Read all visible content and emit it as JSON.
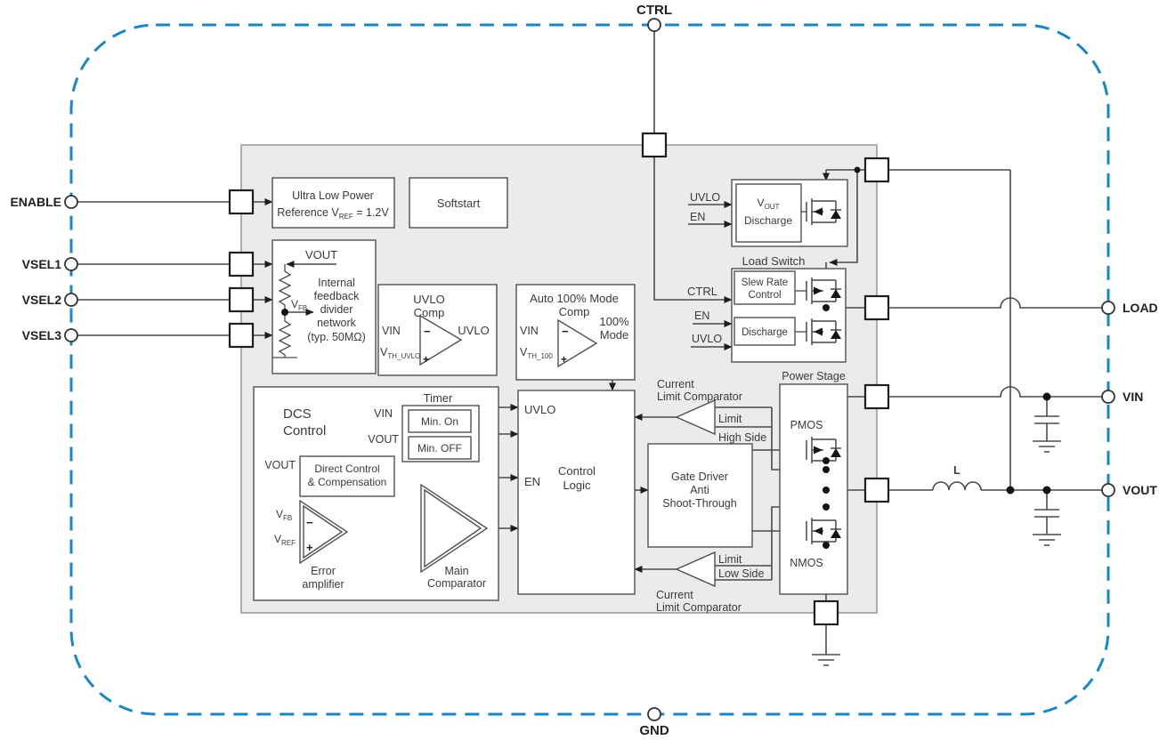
{
  "colors": {
    "border_blue": "#1787c9",
    "ic_fill": "#ebebeb",
    "line": "#4a4a4a",
    "block_stroke": "#4f4f4f"
  },
  "shared": {
    "plus": "+",
    "minus": "−"
  },
  "pins": {
    "ctrl": "CTRL",
    "gnd": "GND",
    "enable": "ENABLE",
    "vsel1": "VSEL1",
    "vsel2": "VSEL2",
    "vsel3": "VSEL3",
    "load": "LOAD",
    "vin": "VIN",
    "vout": "VOUT"
  },
  "blocks": {
    "reference": {
      "line1": "Ultra Low Power",
      "line2_pre": "Reference V",
      "line2_sub": "REF",
      "line2_post": " = 1.2V"
    },
    "softstart": {
      "label": "Softstart"
    },
    "divider": {
      "vout": "VOUT",
      "vfb_main": "V",
      "vfb_sub": "FB",
      "line1": "Internal",
      "line2": "feedback",
      "line3": "divider",
      "line4": "network",
      "line5": "(typ. 50MΩ)"
    },
    "uvlo_comp": {
      "title1": "UVLO",
      "title2": "Comp",
      "vin": "VIN",
      "vth_main": "V",
      "vth_sub": "TH_UVLO",
      "out": "UVLO"
    },
    "auto100": {
      "title1": "Auto 100% Mode",
      "title2": "Comp",
      "vin": "VIN",
      "vth_main": "V",
      "vth_sub": "TH_100",
      "out1": "100%",
      "out2": "Mode"
    },
    "dcs": {
      "title1": "DCS",
      "title2": "Control",
      "timer": "Timer",
      "min_on": "Min. On",
      "min_off": "Min. OFF",
      "vin": "VIN",
      "vout": "VOUT",
      "dcc1": "Direct Control",
      "dcc2": "& Compensation",
      "dcc_vout": "VOUT",
      "vfb_main": "V",
      "vfb_sub": "FB",
      "vref_main": "V",
      "vref_sub": "REF",
      "err1": "Error",
      "err2": "amplifier",
      "main1": "Main",
      "main2": "Comparator"
    },
    "control_logic": {
      "uvlo": "UVLO",
      "en": "EN",
      "line1": "Control",
      "line2": "Logic"
    },
    "gate_driver": {
      "line1": "Gate Driver",
      "line2": "Anti",
      "line3": "Shoot-Through"
    },
    "comp_hs": {
      "label1": "Current",
      "label2": "Limit Comparator",
      "limit": "Limit",
      "side": "High Side"
    },
    "comp_ls": {
      "label1": "Current",
      "label2": "Limit Comparator",
      "limit": "Limit",
      "side": "Low Side"
    },
    "power_stage": {
      "title": "Power Stage",
      "pmos": "PMOS",
      "nmos": "NMOS"
    },
    "vout_discharge": {
      "v_main": "V",
      "v_sub": "OUT",
      "line2": "Discharge",
      "uvlo": "UVLO",
      "en": "EN"
    },
    "load_switch": {
      "title": "Load Switch",
      "slew1": "Slew Rate",
      "slew2": "Control",
      "discharge": "Discharge",
      "ctrl": "CTRL",
      "en": "EN",
      "uvlo": "UVLO"
    }
  },
  "inductor": {
    "label": "L"
  }
}
